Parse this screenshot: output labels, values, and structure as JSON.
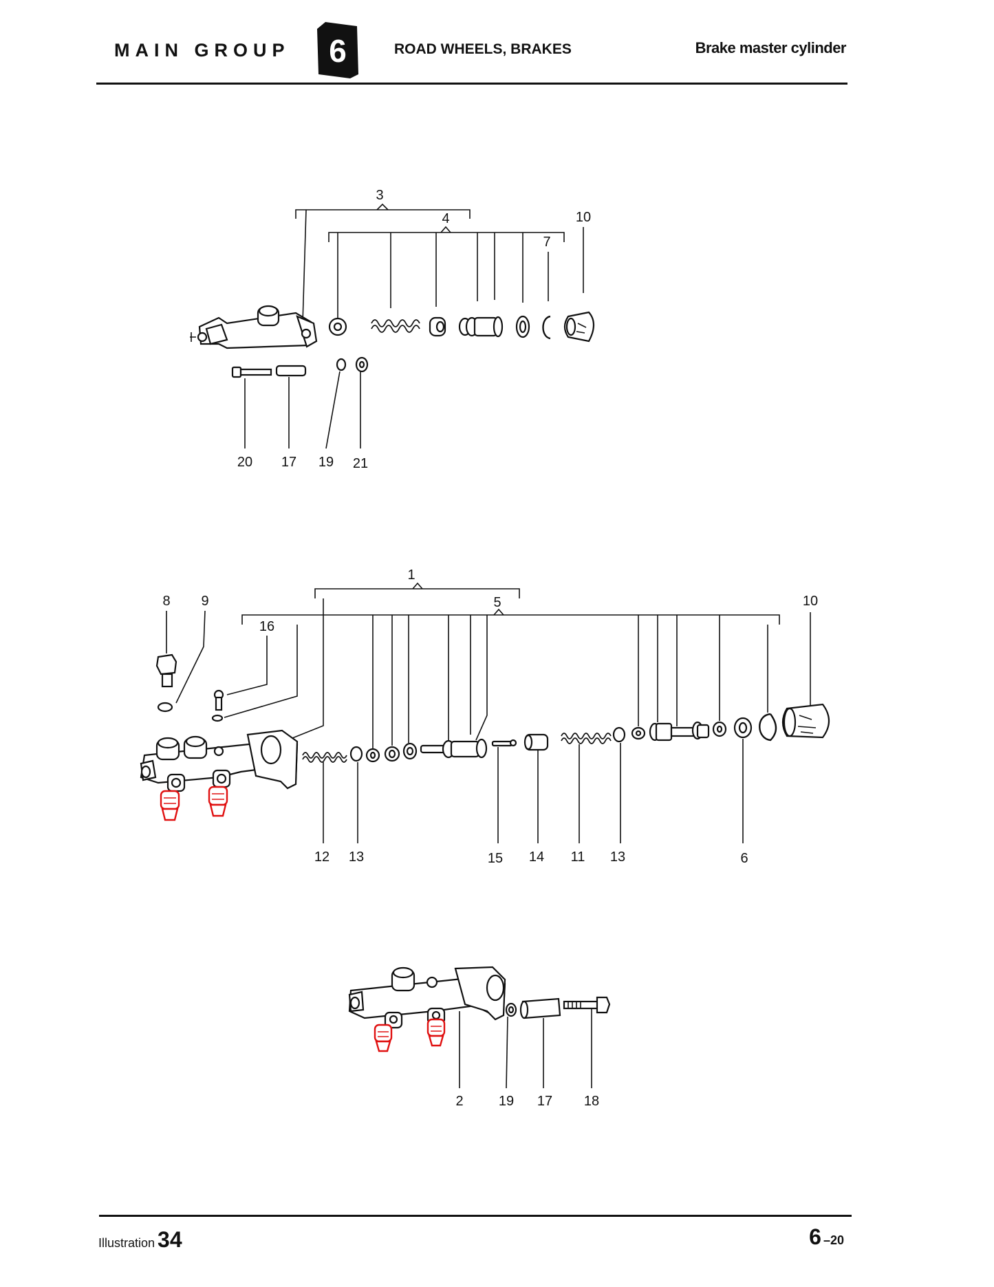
{
  "header": {
    "main_group": "MAIN GROUP",
    "group_number": "6",
    "section": "ROAD WHEELS, BRAKES",
    "title": "Brake master cylinder"
  },
  "footer": {
    "illustration_label": "Illustration",
    "illustration_number": "34",
    "page_main": "6",
    "page_sub": "–20"
  },
  "callouts": {
    "upper": [
      "3",
      "4",
      "10",
      "7",
      "20",
      "17",
      "19",
      "21"
    ],
    "middle": [
      "1",
      "5",
      "10",
      "8",
      "9",
      "16",
      "12",
      "13",
      "15",
      "14",
      "11",
      "13",
      "6"
    ],
    "lower": [
      "2",
      "19",
      "17",
      "18"
    ]
  },
  "colors": {
    "highlight": "#e01010",
    "ink": "#111111"
  }
}
